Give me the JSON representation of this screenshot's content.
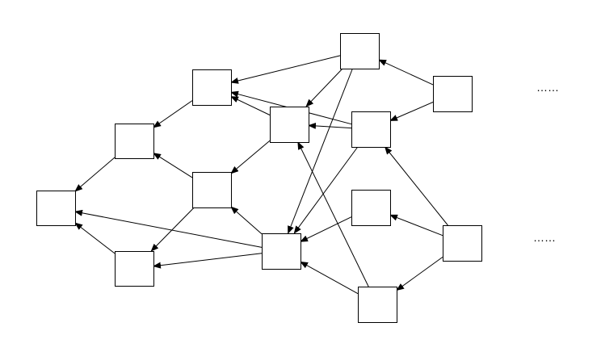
{
  "diagram": {
    "nodes": [
      {
        "id": "n1"
      },
      {
        "id": "n2"
      },
      {
        "id": "n3"
      },
      {
        "id": "n4"
      },
      {
        "id": "n5"
      },
      {
        "id": "n6"
      },
      {
        "id": "n7"
      },
      {
        "id": "n8"
      },
      {
        "id": "n9"
      },
      {
        "id": "n10"
      },
      {
        "id": "n11"
      },
      {
        "id": "n12"
      },
      {
        "id": "n13"
      },
      {
        "id": "n14"
      },
      {
        "id": "n15"
      }
    ],
    "edges": [
      {
        "from": "n2",
        "to": "n1"
      },
      {
        "from": "n3",
        "to": "n1"
      },
      {
        "from": "n4",
        "to": "n2"
      },
      {
        "from": "n5",
        "to": "n2"
      },
      {
        "from": "n5",
        "to": "n3"
      },
      {
        "from": "n6",
        "to": "n4"
      },
      {
        "from": "n6",
        "to": "n5"
      },
      {
        "from": "n7",
        "to": "n5"
      },
      {
        "from": "n7",
        "to": "n3"
      },
      {
        "from": "n7",
        "to": "n1"
      },
      {
        "from": "n8",
        "to": "n4"
      },
      {
        "from": "n8",
        "to": "n6"
      },
      {
        "from": "n8",
        "to": "n7"
      },
      {
        "from": "n9",
        "to": "n4"
      },
      {
        "from": "n9",
        "to": "n6"
      },
      {
        "from": "n9",
        "to": "n7"
      },
      {
        "from": "n10",
        "to": "n7"
      },
      {
        "from": "n11",
        "to": "n7"
      },
      {
        "from": "n11",
        "to": "n6"
      },
      {
        "from": "n12",
        "to": "n8"
      },
      {
        "from": "n12",
        "to": "n9"
      },
      {
        "from": "n13",
        "to": "n9"
      },
      {
        "from": "n13",
        "to": "n10"
      },
      {
        "from": "n13",
        "to": "n11"
      }
    ],
    "ellipsis_top": "……",
    "ellipsis_bottom": "……"
  }
}
